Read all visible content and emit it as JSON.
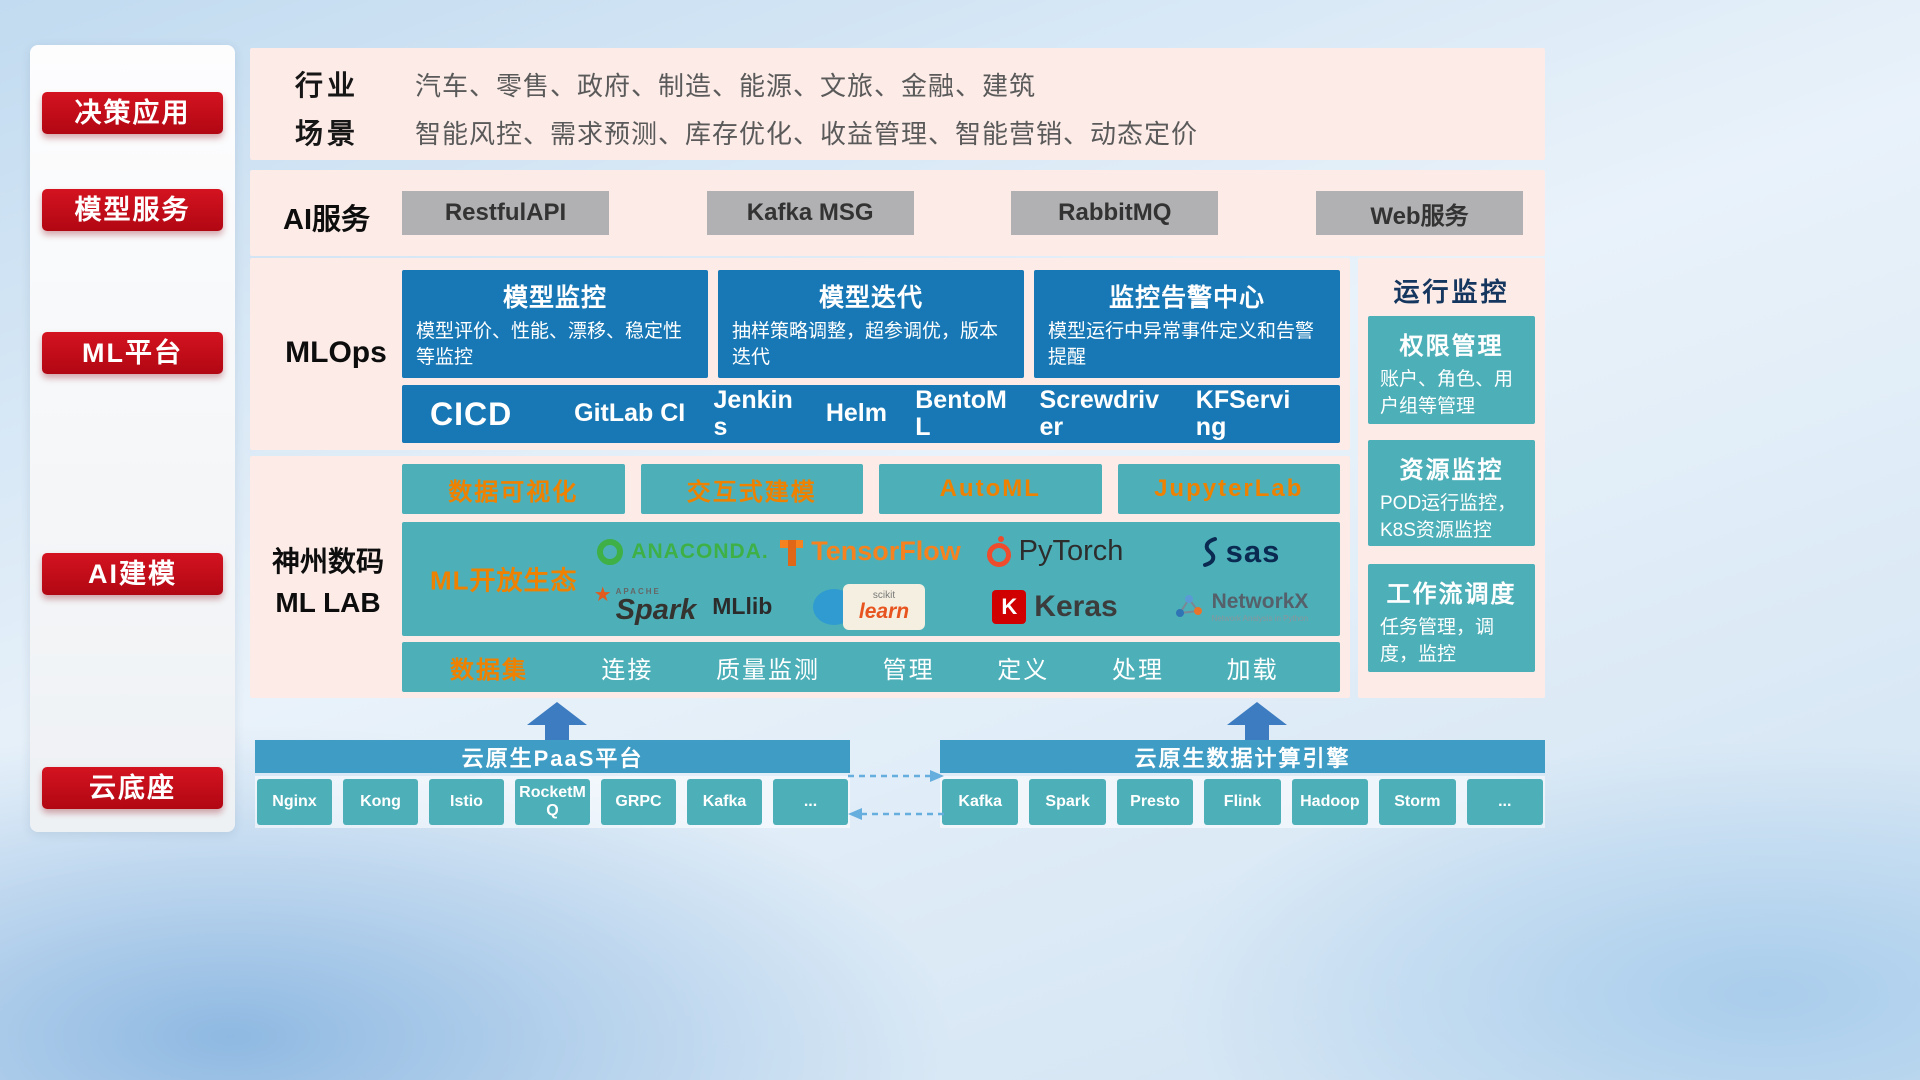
{
  "sidebar": {
    "items": [
      {
        "label": "决策应用"
      },
      {
        "label": "模型服务"
      },
      {
        "label": "ML平台"
      },
      {
        "label": "AI建模"
      },
      {
        "label": "云底座"
      }
    ]
  },
  "apps": {
    "industry_label": "行业",
    "industry_text": "汽车、零售、政府、制造、能源、文旅、金融、建筑",
    "scene_label": "场景",
    "scene_text": "智能风控、需求预测、库存优化、收益管理、智能营销、动态定价"
  },
  "ai_service": {
    "label": "AI服务",
    "items": [
      "RestfulAPI",
      "Kafka MSG",
      "RabbitMQ",
      "Web服务"
    ]
  },
  "mlops": {
    "label": "MLOps",
    "cards": [
      {
        "title": "模型监控",
        "desc": "模型评价、性能、漂移、稳定性等监控"
      },
      {
        "title": "模型迭代",
        "desc": "抽样策略调整，超参调优，版本迭代"
      },
      {
        "title": "监控告警中心",
        "desc": "模型运行中异常事件定义和告警提醒"
      }
    ],
    "cicd_label": "CICD",
    "cicd_tools": [
      "GitLab CI",
      "Jenkins",
      "Helm",
      "BentoML",
      "Screwdriver",
      "KFServing"
    ]
  },
  "mllab": {
    "label_line1": "神州数码",
    "label_line2": "ML LAB",
    "features": [
      "数据可视化",
      "交互式建模",
      "AutoML",
      "JupyterLab"
    ],
    "eco_label": "ML开放生态",
    "logos": {
      "anaconda": "ANACONDA.",
      "tensorflow": "TensorFlow",
      "pytorch": "PyTorch",
      "sas": "sas",
      "spark_apache": "APACHE",
      "spark": "Spark",
      "mllib": "MLlib",
      "sklearn_top": "scikit",
      "sklearn": "learn",
      "keras_k": "K",
      "keras": "Keras",
      "networkx": "NetworkX",
      "networkx_sub": "Network Analysis in Python"
    },
    "dataset_label": "数据集",
    "dataset_items": [
      "连接",
      "质量监测",
      "管理",
      "定义",
      "处理",
      "加载"
    ]
  },
  "monitoring": {
    "title": "运行监控",
    "cards": [
      {
        "title": "权限管理",
        "desc": "账户、角色、用户组等管理"
      },
      {
        "title": "资源监控",
        "desc": "POD运行监控，K8S资源监控"
      },
      {
        "title": "工作流调度",
        "desc": "任务管理，调度，监控"
      }
    ]
  },
  "cloud": {
    "paas_title": "云原生PaaS平台",
    "paas_items": [
      "Nginx",
      "Kong",
      "Istio",
      "RocketMQ",
      "GRPC",
      "Kafka",
      "..."
    ],
    "engine_title": "云原生数据计算引擎",
    "engine_items": [
      "Kafka",
      "Spark",
      "Presto",
      "Flink",
      "Hadoop",
      "Storm",
      "..."
    ]
  },
  "colors": {
    "accent_red": "#c40d17",
    "blue": "#1878b5",
    "teal": "#4db0b8",
    "orange": "#ef8101",
    "pink_panel": "#fcebe7"
  }
}
